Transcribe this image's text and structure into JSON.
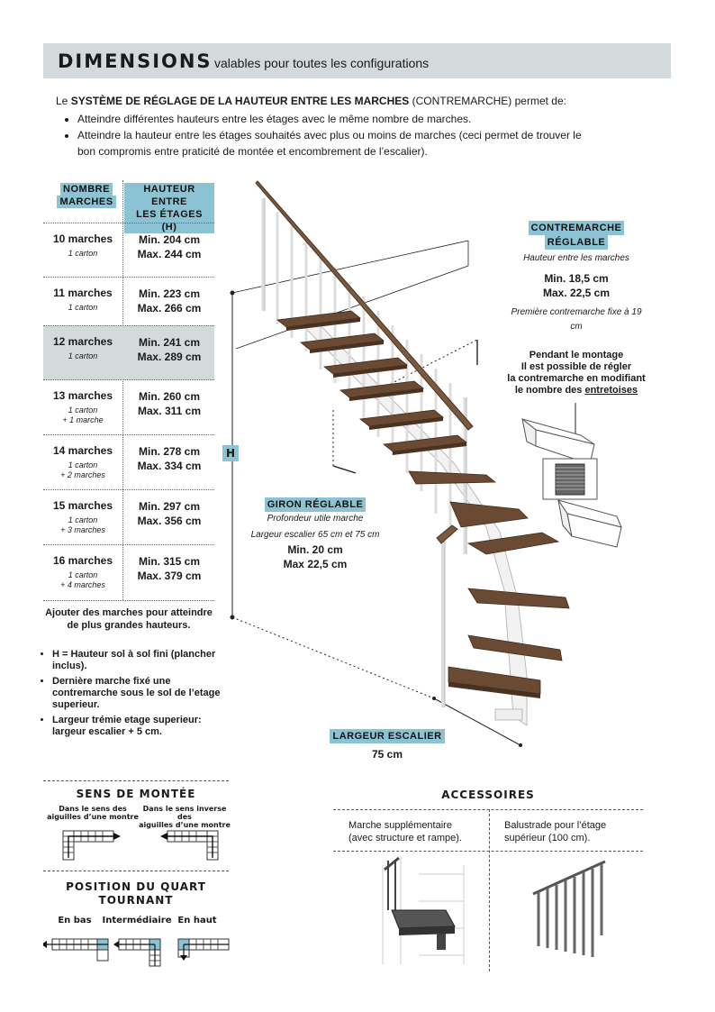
{
  "header": {
    "title": "DIMENSIONS",
    "subtitle": "valables pour toutes les configurations"
  },
  "intro": {
    "prefix": "Le ",
    "bold": "SYSTÈME DE RÉGLAGE DE LA HAUTEUR ENTRE LES MARCHES",
    "suffix": " (CONTREMARCHE) permet de:",
    "bullets": [
      "Atteindre différentes hauteurs entre les étages avec le même nombre de marches.",
      "Atteindre la hauteur entre les étages souhaités avec plus ou moins de marches (ceci permet de trouver le bon compromis entre praticité de montée et encombrement de l’escalier)."
    ]
  },
  "table": {
    "col1_header": [
      "NOMBRE",
      "MARCHES"
    ],
    "col2_header": [
      "HAUTEUR ENTRE",
      "LES ÉTAGES (H)"
    ],
    "rows": [
      {
        "steps": "10 marches",
        "pack": [
          "1 carton"
        ],
        "min": "Min. 204 cm",
        "max": "Max. 244 cm"
      },
      {
        "steps": "11 marches",
        "pack": [
          "1 carton"
        ],
        "min": "Min. 223 cm",
        "max": "Max. 266 cm"
      },
      {
        "steps": "12 marches",
        "pack": [
          "1 carton"
        ],
        "min": "Min. 241 cm",
        "max": "Max. 289 cm",
        "highlight": true
      },
      {
        "steps": "13 marches",
        "pack": [
          "1 carton",
          "+ 1 marche"
        ],
        "min": "Min. 260 cm",
        "max": "Max. 311 cm"
      },
      {
        "steps": "14 marches",
        "pack": [
          "1 carton",
          "+ 2 marches"
        ],
        "min": "Min. 278 cm",
        "max": "Max. 334 cm"
      },
      {
        "steps": "15 marches",
        "pack": [
          "1 carton",
          "+ 3 marches"
        ],
        "min": "Min. 297 cm",
        "max": "Max. 356 cm"
      },
      {
        "steps": "16 marches",
        "pack": [
          "1 carton",
          "+ 4 marches"
        ],
        "min": "Min. 315 cm",
        "max": "Max. 379 cm"
      }
    ],
    "footer": "Ajouter des marches pour atteindre de plus grandes hauteurs."
  },
  "notes": [
    "H = Hauteur sol à sol fini (plancher inclus).",
    "Dernière marche fixé une contremarche sous le sol de l’etage superieur.",
    "Largeur trémie etage superieur: largeur escalier + 5 cm."
  ],
  "h_label": "H",
  "contremarche": {
    "title": [
      "CONTREMARCHE",
      "RÉGLABLE"
    ],
    "subtitle": "Hauteur entre les marches",
    "min": "Min. 18,5 cm",
    "max": "Max. 22,5 cm",
    "note": "Première contremarche fixe à 19 cm"
  },
  "montage": {
    "lines": [
      "Pendant le montage",
      "Il est possible de régler",
      "la contremarche en modifiant",
      "le nombre des"
    ],
    "underlined": "entretoises"
  },
  "giron": {
    "title": "GIRON RÉGLABLE",
    "sub1": "Profondeur utile marche",
    "sub2": "Largeur escalier 65 cm et 75 cm",
    "min": "Min. 20 cm",
    "max": "Max 22,5 cm"
  },
  "largeur": {
    "title": "LARGEUR ESCALIER",
    "value": "75  cm"
  },
  "sens": {
    "title": "SENS DE MONTÉE",
    "opt1": [
      "Dans le sens des",
      "aiguilles d’une montre"
    ],
    "opt2": [
      "Dans le sens inverse des",
      "aiguilles d’une montre"
    ]
  },
  "position": {
    "title": [
      "POSITION DU QUART",
      "TOURNANT"
    ],
    "options": [
      "En bas",
      "Intermédiaire",
      "En haut"
    ]
  },
  "accessoires": {
    "title": "ACCESSOIRES",
    "items": [
      {
        "label": [
          "Marche supplémentaire",
          "(avec structure et rampe)."
        ]
      },
      {
        "label": [
          "Balustrade pour l’étage",
          "supérieur (100 cm)."
        ]
      }
    ]
  },
  "colors": {
    "accent": "#8cc3d4",
    "header": "#d4dadb",
    "wood": "#6b4a33",
    "highlight": "#d4dadb"
  }
}
